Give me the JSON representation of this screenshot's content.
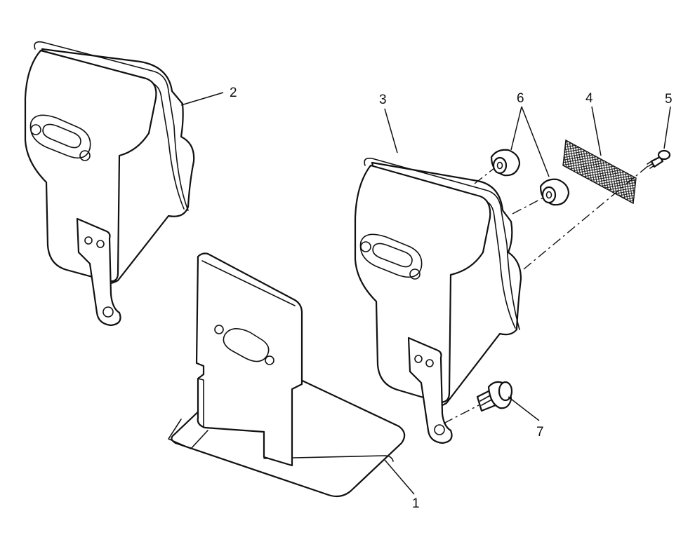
{
  "callouts": {
    "part_1": "1",
    "part_2": "2",
    "part_3": "3",
    "part_4": "4",
    "part_5": "5",
    "part_6": "6",
    "part_7": "7"
  },
  "colors": {
    "line": "#111111",
    "background": "#ffffff"
  }
}
